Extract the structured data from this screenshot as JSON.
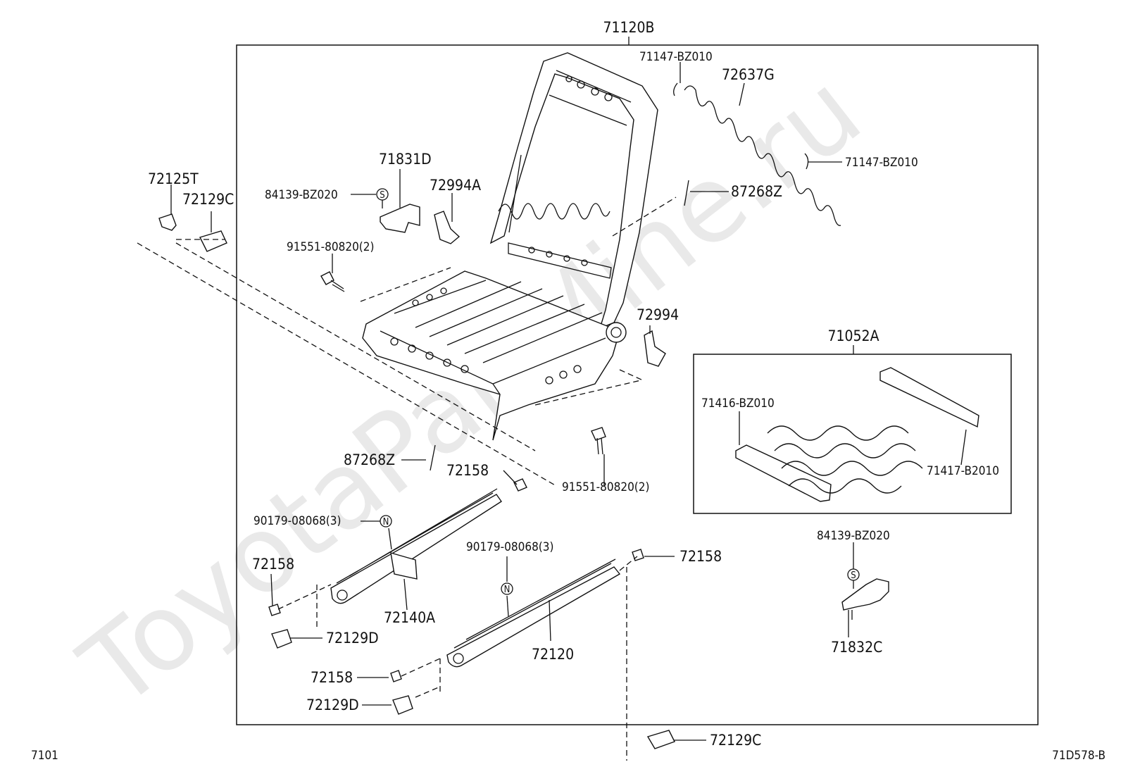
{
  "watermark": "ToyotaPartMine.ru",
  "footer": {
    "left": "7101",
    "right": "71D578-B"
  },
  "labels": {
    "assy_main": "71120B",
    "clip_top_left": "71147-BZ010",
    "spring_back": "72637G",
    "clip_top_right": "71147-BZ010",
    "wire_right": "87268Z",
    "wire_lower": "87268Z",
    "bracket_71831d": "71831D",
    "screw_84139_a": "84139-BZ020",
    "cover_72994a": "72994A",
    "cover_72994": "72994",
    "bolt_upper": "91551-80820(2)",
    "bolt_lower": "91551-80820(2)",
    "part_72125t": "72125T",
    "cap_72129c_top": "72129C",
    "subassy_71052a": "71052A",
    "wire_71416": "71416-BZ010",
    "wire_71417": "71417-B2010",
    "nut_left": "90179-08068(3)",
    "nut_right": "90179-08068(3)",
    "clip_72158_a": "72158",
    "clip_72158_b": "72158",
    "clip_72158_c": "72158",
    "clip_72158_d": "72158",
    "rail_72140a": "72140A",
    "rail_72120": "72120",
    "cap_72129d_a": "72129D",
    "cap_72129d_b": "72129D",
    "screw_84139_b": "84139-BZ020",
    "bracket_71832c": "71832C",
    "cap_72129c_bottom": "72129C"
  },
  "symbols": {
    "s": "S",
    "n": "N"
  }
}
